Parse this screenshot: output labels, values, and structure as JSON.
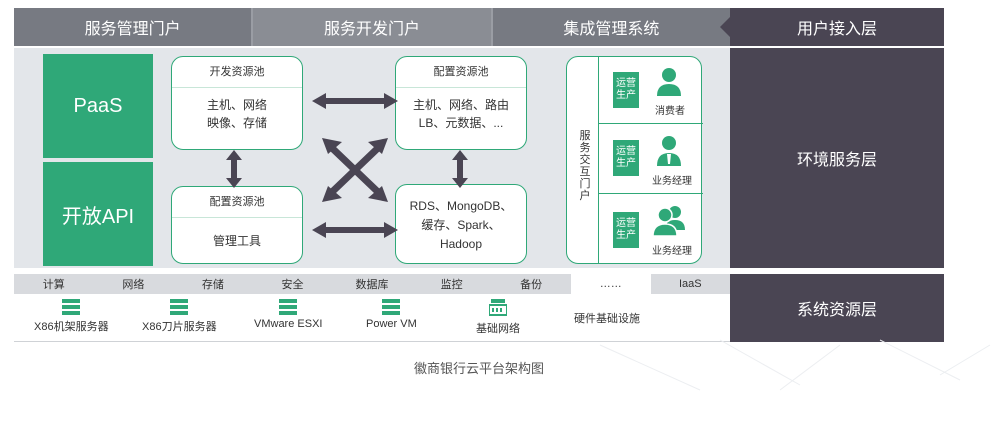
{
  "top_portals": [
    "服务管理门户",
    "服务开发门户",
    "集成管理系统"
  ],
  "layers": {
    "user_access": "用户接入层",
    "env_service": "环境服务层",
    "sys_resource": "系统资源层"
  },
  "left_blocks": [
    "PaaS",
    "开放API"
  ],
  "pools": {
    "dev_pool": {
      "title": "开发资源池",
      "lines": [
        "主机、网络",
        "映像、存储"
      ]
    },
    "config_pool_top": {
      "title": "配置资源池",
      "lines": [
        "主机、网络、路由",
        "LB、元数据、..."
      ]
    },
    "config_pool_bottom": {
      "title": "配置资源池",
      "lines": [
        "管理工具"
      ]
    },
    "services": {
      "lines": [
        "RDS、MongoDB、",
        "缓存、Spark、",
        "Hadoop"
      ]
    }
  },
  "service_portal": {
    "label": "服务交互门户",
    "roles": [
      {
        "box": "运营生产",
        "name": "消费者"
      },
      {
        "box": "运营生产",
        "name": "业务经理"
      },
      {
        "box": "运营生产",
        "name": "业务经理"
      }
    ]
  },
  "resource_header": [
    "计算",
    "网络",
    "存储",
    "安全",
    "数据库",
    "监控",
    "备份",
    "……",
    "IaaS"
  ],
  "resource_devices": [
    "X86机架服务器",
    "X86刀片服务器",
    "VMware ESXI",
    "Power VM",
    "基础网络"
  ],
  "hardware_label": "硬件基础设施",
  "caption": "徽商银行云平台架构图",
  "colors": {
    "green": "#2fa878",
    "dark": "#4a4553",
    "gray": "#777a82"
  }
}
